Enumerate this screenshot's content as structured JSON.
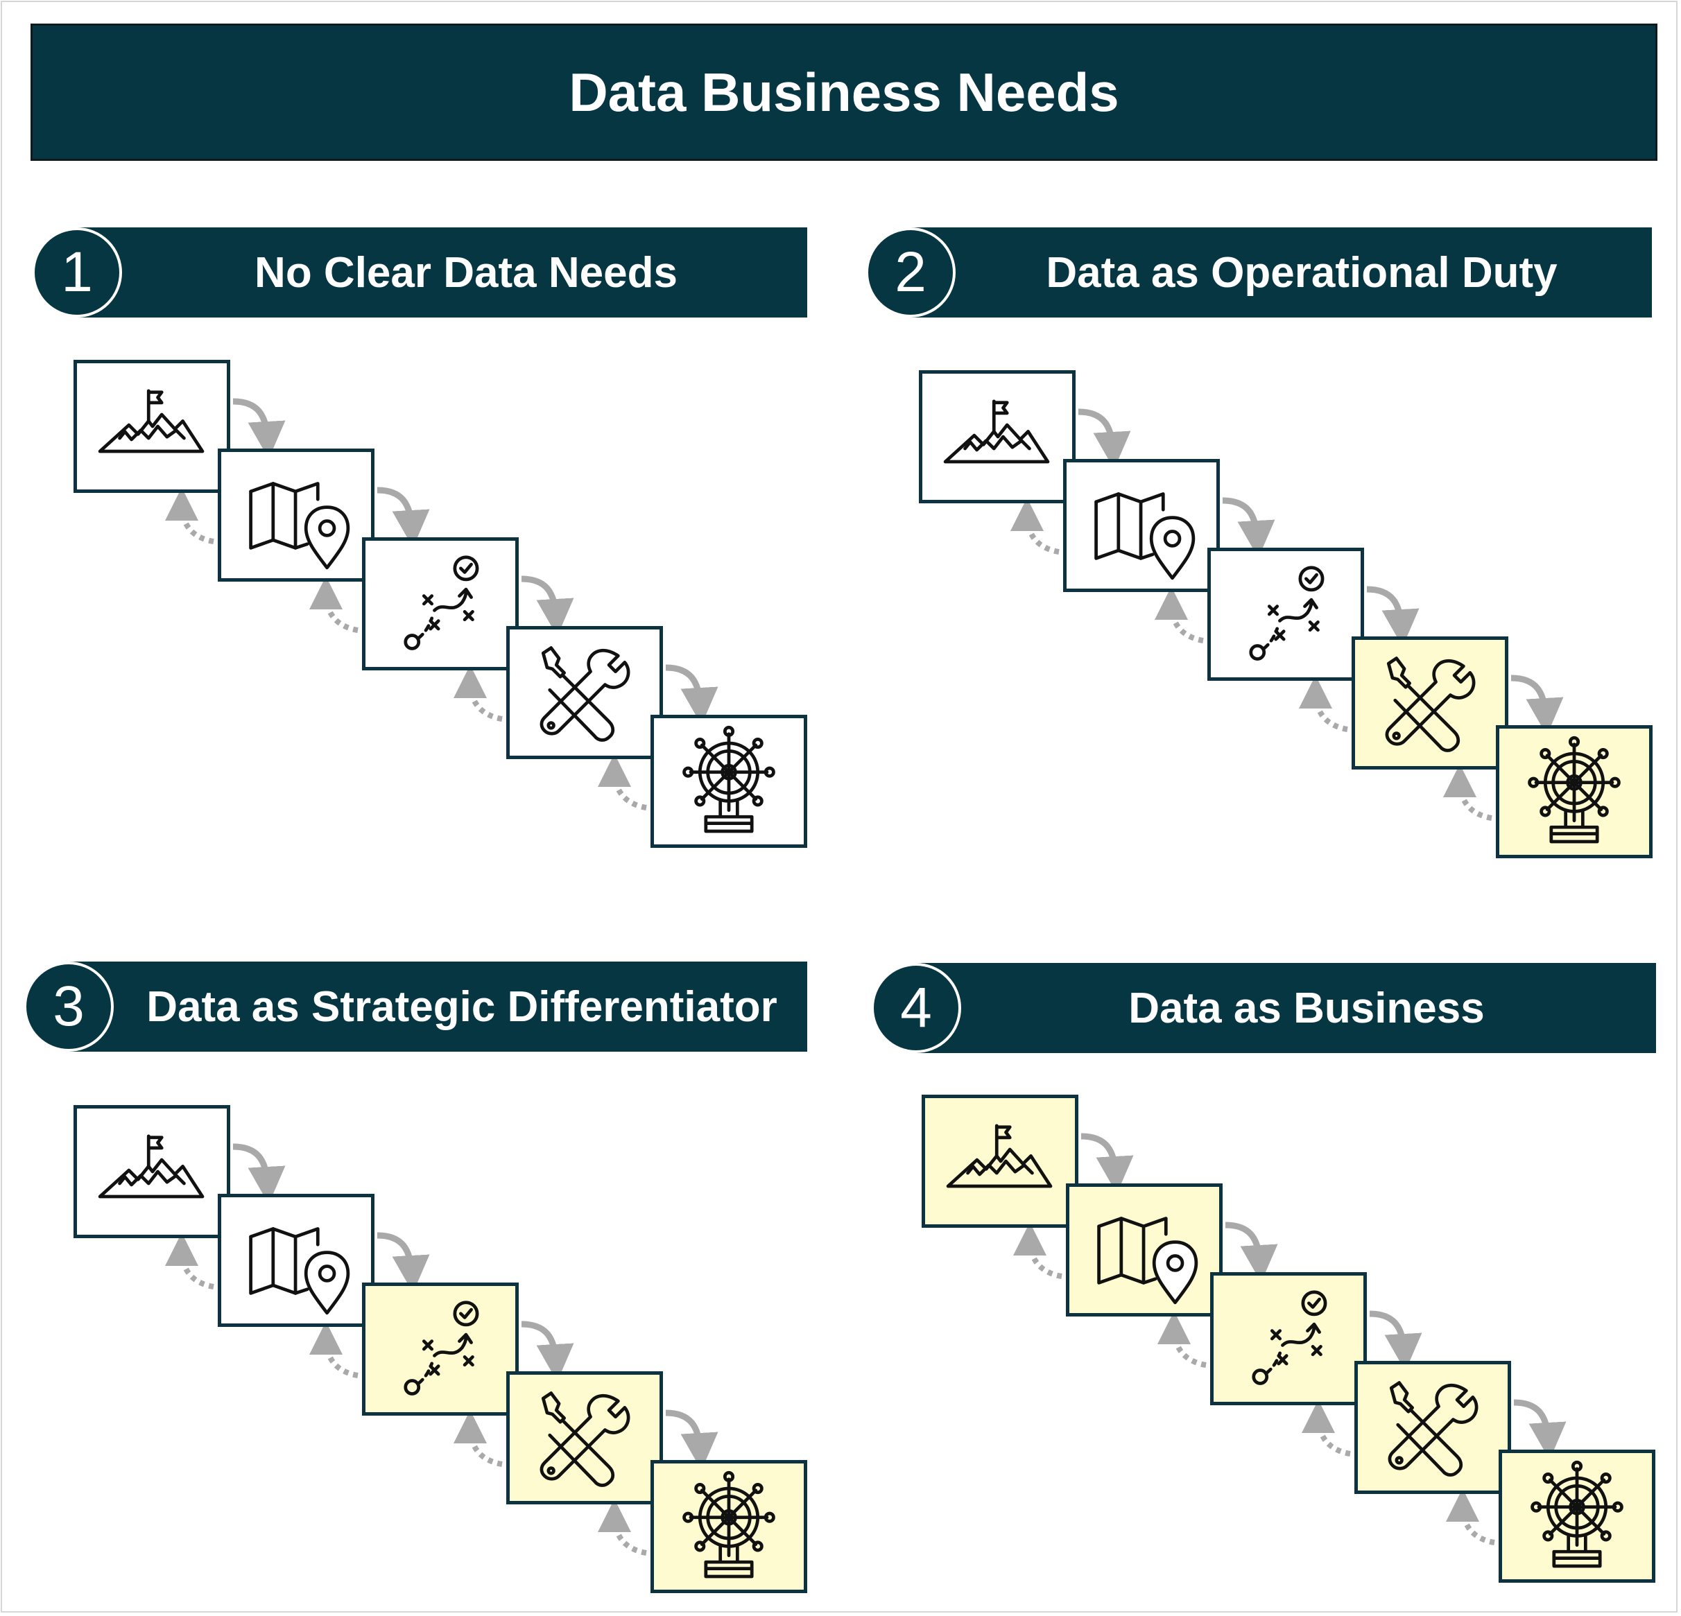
{
  "title": "Data Business Needs",
  "colors": {
    "band": "#053642",
    "highlight": "#fdfbcf",
    "box_border": "#0d3340",
    "arrow": "#a9a9a9"
  },
  "step_icons": [
    "mountain-flag-icon",
    "map-pin-icon",
    "strategy-path-icon",
    "tools-icon",
    "ship-wheel-icon"
  ],
  "panels": [
    {
      "number": "1",
      "label": "No Clear Data Needs",
      "highlighted": [
        false,
        false,
        false,
        false,
        false
      ]
    },
    {
      "number": "2",
      "label": "Data as Operational Duty",
      "highlighted": [
        false,
        false,
        false,
        true,
        true
      ]
    },
    {
      "number": "3",
      "label": "Data as Strategic Differentiator",
      "highlighted": [
        false,
        false,
        true,
        true,
        true
      ]
    },
    {
      "number": "4",
      "label": "Data as Business",
      "highlighted": [
        true,
        true,
        true,
        true,
        true
      ]
    }
  ]
}
